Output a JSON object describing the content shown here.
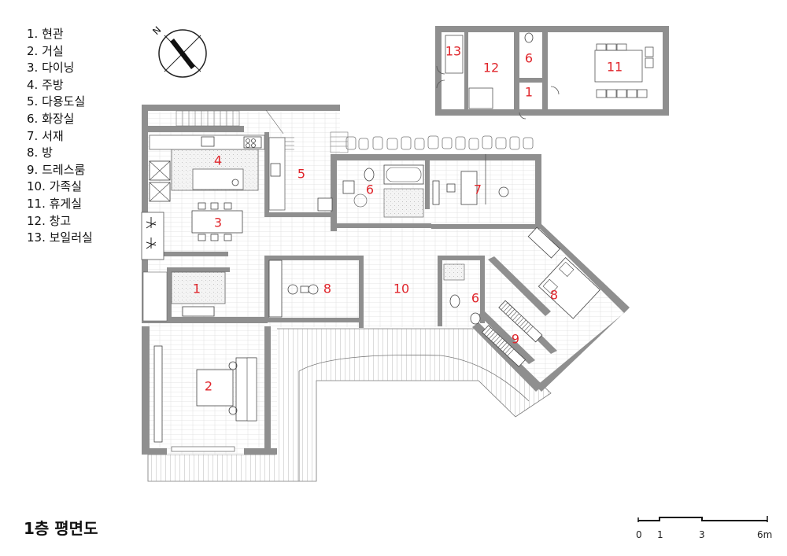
{
  "legend": [
    "1. 현관",
    "2. 거실",
    "3. 다이닝",
    "4. 주방",
    "5. 다용도실",
    "6. 화장실",
    "7. 서재",
    "8. 방",
    "9. 드레스룸",
    "10. 가족실",
    "11. 휴게실",
    "12. 창고",
    "13. 보일러실"
  ],
  "title": "1층 평면도",
  "compass_label": "N",
  "scale_labels": [
    "0",
    "1",
    "3",
    "6m"
  ],
  "room_labels": {
    "annex_13": "13",
    "annex_12": "12",
    "annex_6": "6",
    "annex_11": "11",
    "annex_1": "1",
    "kitchen_4": "4",
    "utility_5": "5",
    "bath_6": "6",
    "study_7": "7",
    "dining_3": "3",
    "entry_1": "1",
    "room_8a": "8",
    "family_10": "10",
    "bath_6b": "6",
    "room_8b": "8",
    "dress_9": "9",
    "living_2": "2"
  },
  "colors": {
    "wall": "#8f8f8f",
    "room_label": "#e0252b",
    "line": "#555555",
    "hatch": "#bdbdbd"
  }
}
